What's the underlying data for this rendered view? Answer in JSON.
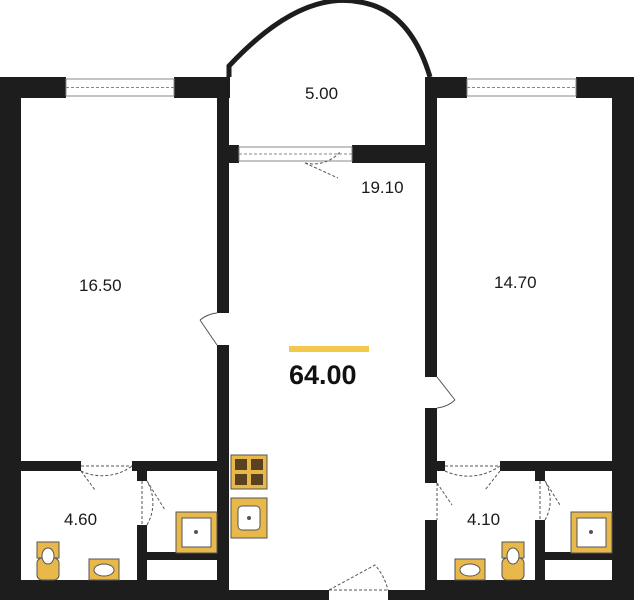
{
  "plan": {
    "total_area": "64.00",
    "rooms": {
      "bedroom_left": "16.50",
      "balcony": "5.00",
      "hall": "19.10",
      "bedroom_right": "14.70",
      "bathroom_left": "4.60",
      "bathroom_right": "4.10"
    }
  },
  "colors": {
    "wall": "#1d1d1d",
    "fixture": "#e8b84a",
    "accent": "#f2c94c"
  }
}
